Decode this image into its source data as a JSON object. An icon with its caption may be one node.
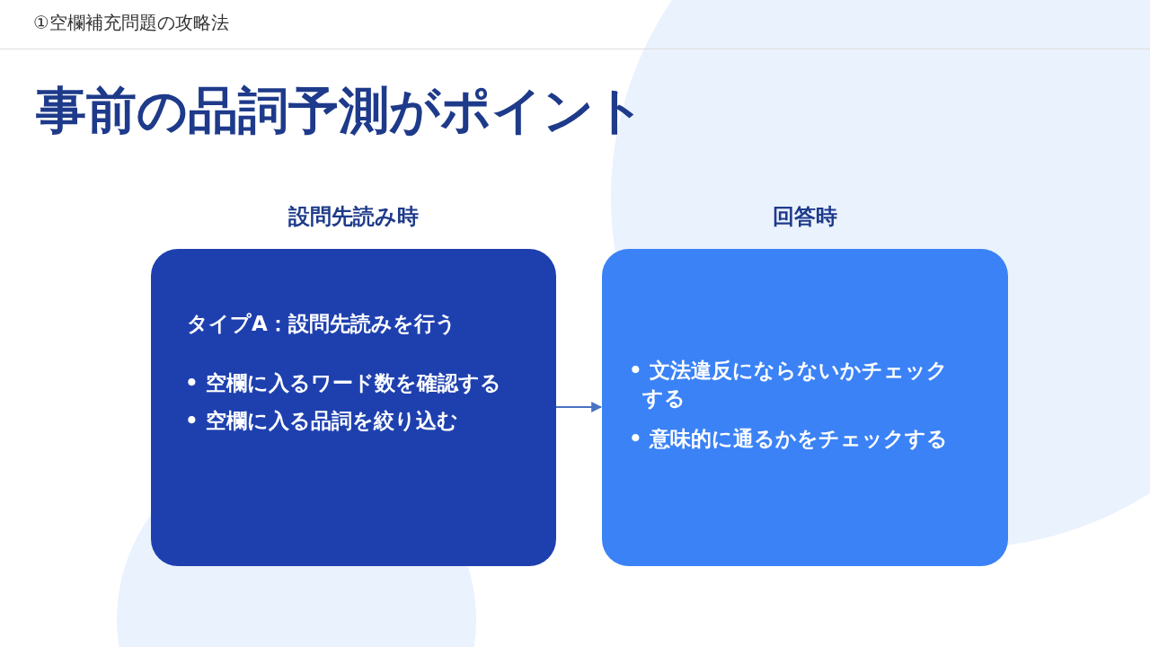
{
  "diagram": {
    "title": "事前の品詞予測がポイント",
    "nodes": [
      {
        "text": [
          "設問先読み時",
          "タイプA：設問先読みを行う",
          "• 空欄に入るワード数を確認する",
          "• 空欄に入る品詞を絞り込む"
        ]
      },
      {
        "text": [
          "回答時",
          "• 文法違反にならないかチェックする",
          "• 意味的に通るかをチェックする"
        ]
      }
    ],
    "edges": [
      {
        "from": 0,
        "to": 1,
        "arrow": "to"
      }
    ],
    "labels": [
      "①空欄補充問題の攻略法"
    ]
  }
}
